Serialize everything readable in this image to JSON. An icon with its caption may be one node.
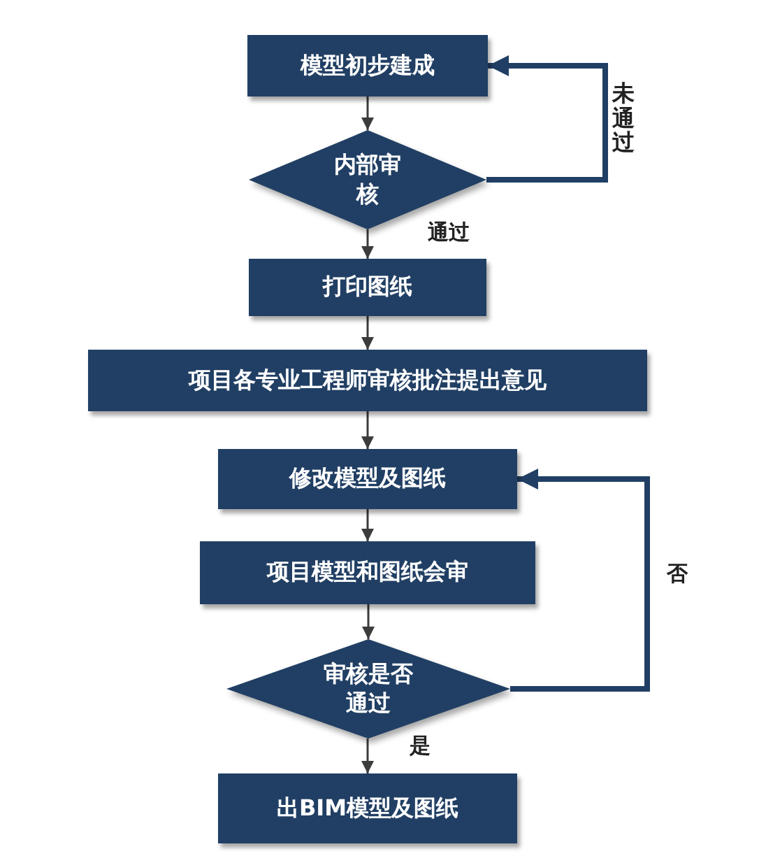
{
  "diagram": {
    "nodes": [
      {
        "text": [
          "模型初步建成"
        ]
      },
      {
        "text": [
          "内部审核"
        ]
      },
      {
        "text": [
          "打印图纸"
        ]
      },
      {
        "text": [
          "项目各专业工程师审核批注提出意见"
        ]
      },
      {
        "text": [
          "修改模型及图纸"
        ]
      },
      {
        "text": [
          "项目模型和图纸会审"
        ]
      },
      {
        "text": [
          "审核是否通过"
        ]
      },
      {
        "text": [
          "出BIM模型及图纸"
        ]
      }
    ],
    "edges": [
      {
        "from": 0,
        "to": 1,
        "arrow": "to"
      },
      {
        "from": 1,
        "to": 0,
        "arrow": "to",
        "label": "未通过",
        "style": "thick",
        "color": "#213f64"
      },
      {
        "from": 1,
        "to": 2,
        "arrow": "to",
        "label": "通过"
      },
      {
        "from": 2,
        "to": 3,
        "arrow": "to"
      },
      {
        "from": 3,
        "to": 4,
        "arrow": "to"
      },
      {
        "from": 4,
        "to": 5,
        "arrow": "to"
      },
      {
        "from": 5,
        "to": 6,
        "arrow": "to"
      },
      {
        "from": 6,
        "to": 4,
        "arrow": "to",
        "label": "否",
        "style": "thick",
        "color": "#213f64"
      },
      {
        "from": 6,
        "to": 7,
        "arrow": "to",
        "label": "是"
      }
    ]
  }
}
